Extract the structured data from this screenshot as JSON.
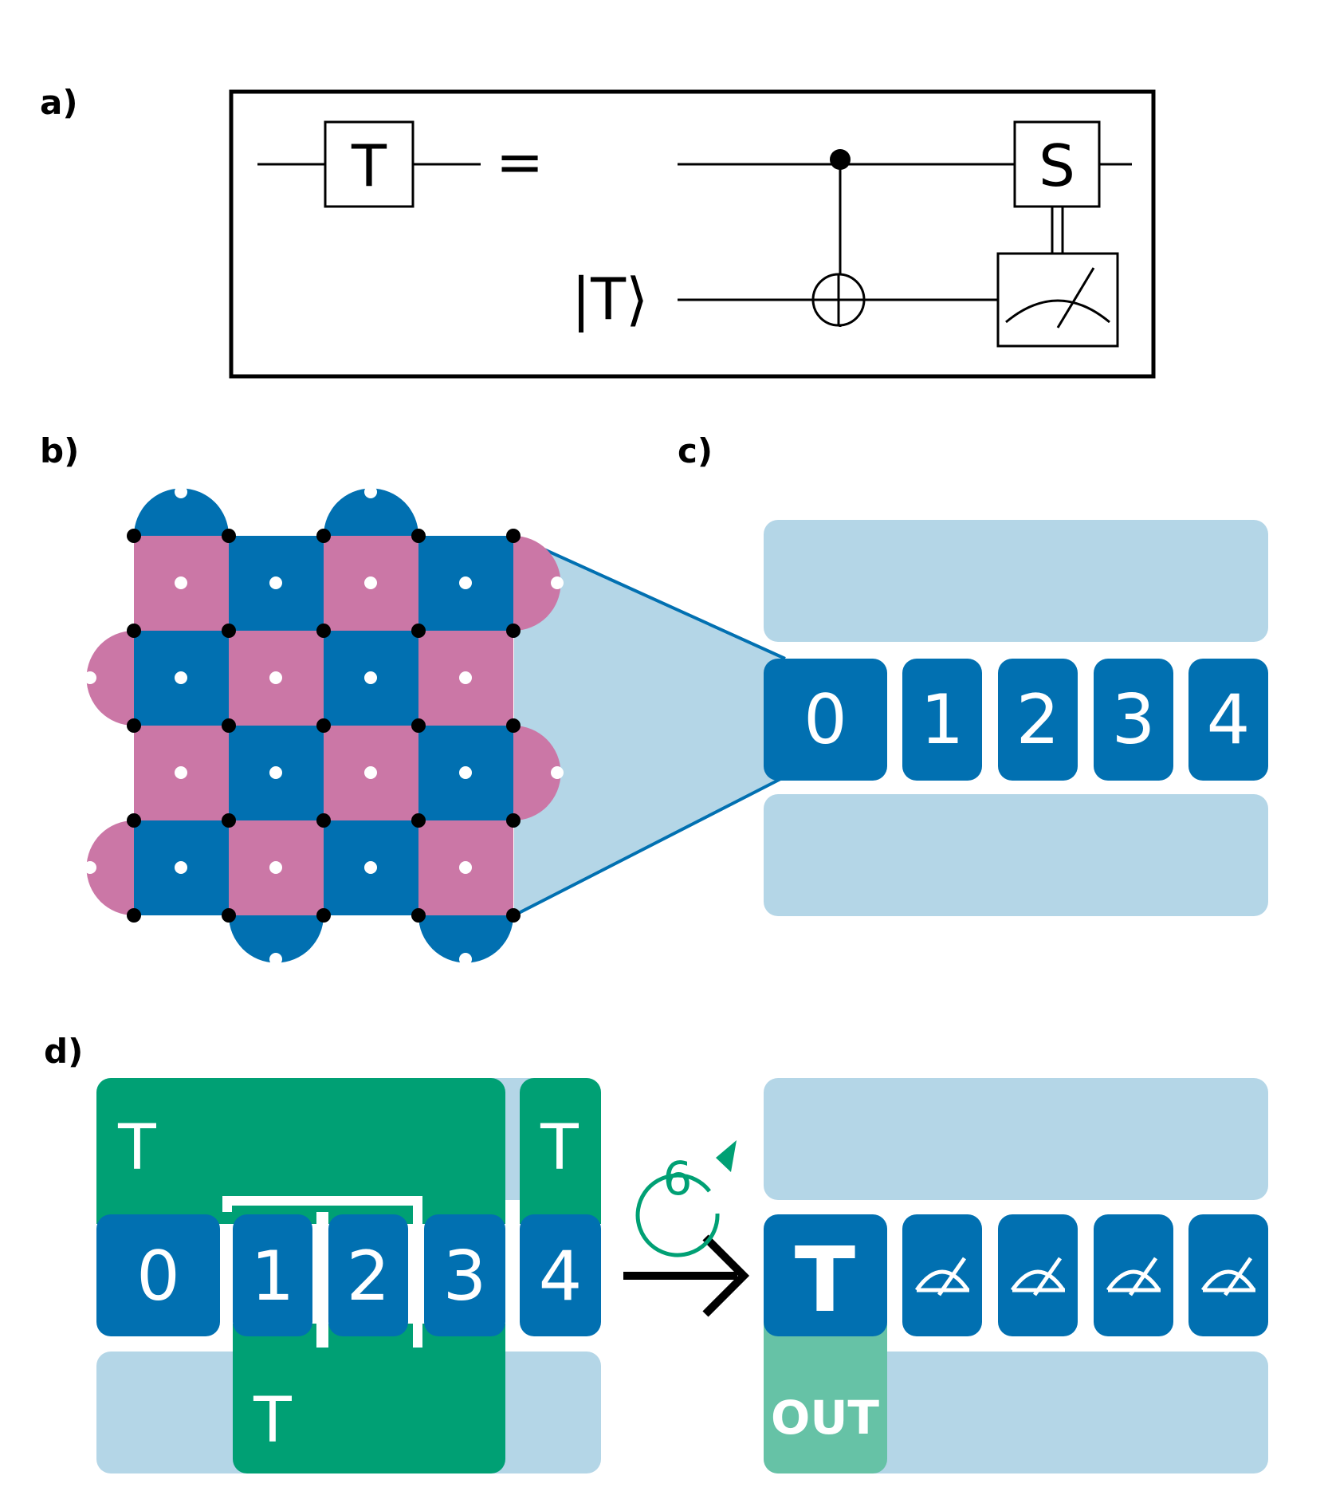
{
  "panels": {
    "a": "a)",
    "b": "b)",
    "c": "c)",
    "d": "d)"
  },
  "panel_a": {
    "gate_T": "T",
    "equals": "=",
    "ket": "|T⟩",
    "gate_S": "S"
  },
  "panel_c": {
    "qubits": [
      "0",
      "1",
      "2",
      "3",
      "4"
    ]
  },
  "panel_d": {
    "left_qubits": [
      "0",
      "1",
      "2",
      "3",
      "4"
    ],
    "t_top_left": "T",
    "t_top_right": "T",
    "t_bottom": "T",
    "rounds": "6",
    "out_gate": "T",
    "out_label": "OUT"
  },
  "colors": {
    "blue": "#0170b1",
    "pink": "#cb77a6",
    "light_blue": "#b4d6e7",
    "green": "#00a074",
    "light_green": "#66c2a6"
  }
}
